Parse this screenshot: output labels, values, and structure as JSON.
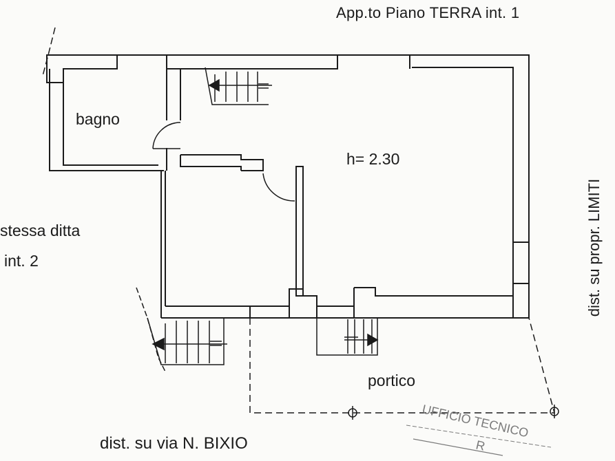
{
  "header": {
    "title": "App.to Piano TERRA   int. 1"
  },
  "rooms": {
    "bathroom_label": "bagno",
    "ceiling_height": "h= 2.30",
    "porch_label": "portico"
  },
  "neighbors": {
    "left_line1": "stessa   ditta",
    "left_line2": "int. 2"
  },
  "distances": {
    "bottom": "dist. su via N. BIXIO",
    "right": "dist.  su  propr. LIMITI"
  },
  "stamp": {
    "line1": "UFFICIO TECNICO",
    "line2": "R"
  },
  "colors": {
    "ink": "#1b1b1b",
    "paper": "#fbfbf9",
    "stamp": "#7a7a7a"
  }
}
